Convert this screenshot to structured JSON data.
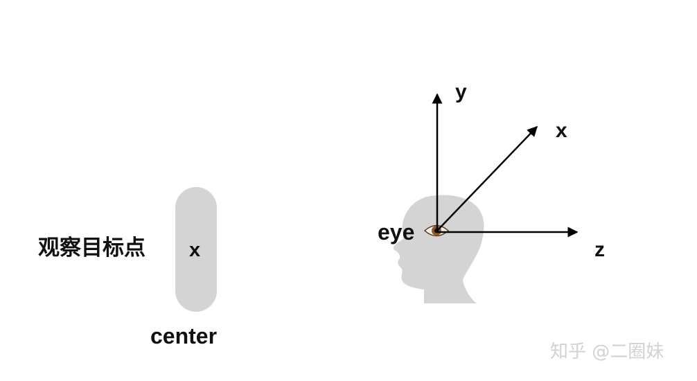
{
  "target": {
    "label": "观察目标点",
    "axis_label": "x",
    "caption": "center"
  },
  "eye": {
    "label": "eye"
  },
  "axes": {
    "y": "y",
    "x": "x",
    "z": "z"
  },
  "watermark": "知乎 @二圈妹",
  "colors": {
    "shape_fill": "#d4d4d4",
    "text": "#111111",
    "axis": "#000000",
    "watermark": "#d2d2d2",
    "iris": "#8a5a2b"
  }
}
